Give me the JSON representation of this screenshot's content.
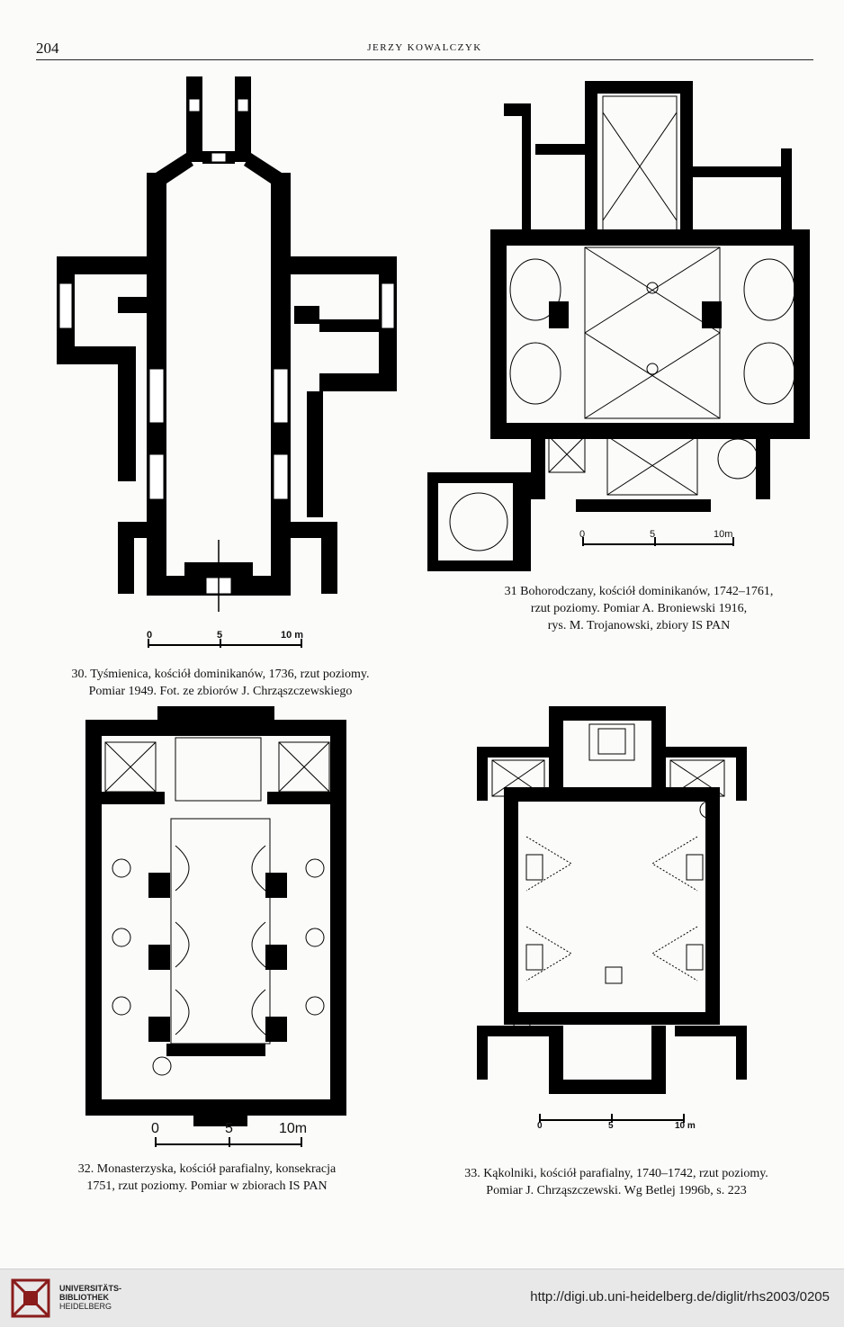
{
  "header": {
    "page_number": "204",
    "running_head": "JERZY KOWALCZYK"
  },
  "figures": [
    {
      "id": "fig30",
      "caption_lines": [
        "30. Tyśmienica, kościół dominikanów, 1736, rzut poziomy.",
        "Pomiar 1949. Fot. ze zbiorów J. Chrząszczewskiego"
      ],
      "scale_labels": [
        "0",
        "5",
        "10 m"
      ]
    },
    {
      "id": "fig31",
      "caption_lines": [
        "31 Bohorodczany, kościół dominikanów, 1742–1761,",
        "rzut poziomy. Pomiar A. Broniewski 1916,",
        "rys. M. Trojanowski, zbiory IS PAN"
      ],
      "scale_labels": [
        "0",
        "5",
        "10m"
      ]
    },
    {
      "id": "fig32",
      "caption_lines": [
        "32. Monasterzyska, kościół parafialny, konsekracja",
        "1751, rzut poziomy. Pomiar w zbiorach IS PAN"
      ],
      "scale_labels": [
        "0",
        "5",
        "10m"
      ]
    },
    {
      "id": "fig33",
      "caption_lines": [
        "33. Kąkolniki, kościół parafialny, 1740–1742, rzut poziomy.",
        "Pomiar J. Chrząszczewski. Wg Betlej 1996b, s. 223"
      ],
      "scale_labels": [
        "0",
        "5",
        "10 m"
      ]
    }
  ],
  "footer": {
    "library_lines": [
      "UNIVERSITÄTS-",
      "BIBLIOTHEK",
      "HEIDELBERG"
    ],
    "url": "http://digi.ub.uni-heidelberg.de/diglit/rhs2003/0205",
    "logo_icon": "university-library-logo-icon"
  }
}
